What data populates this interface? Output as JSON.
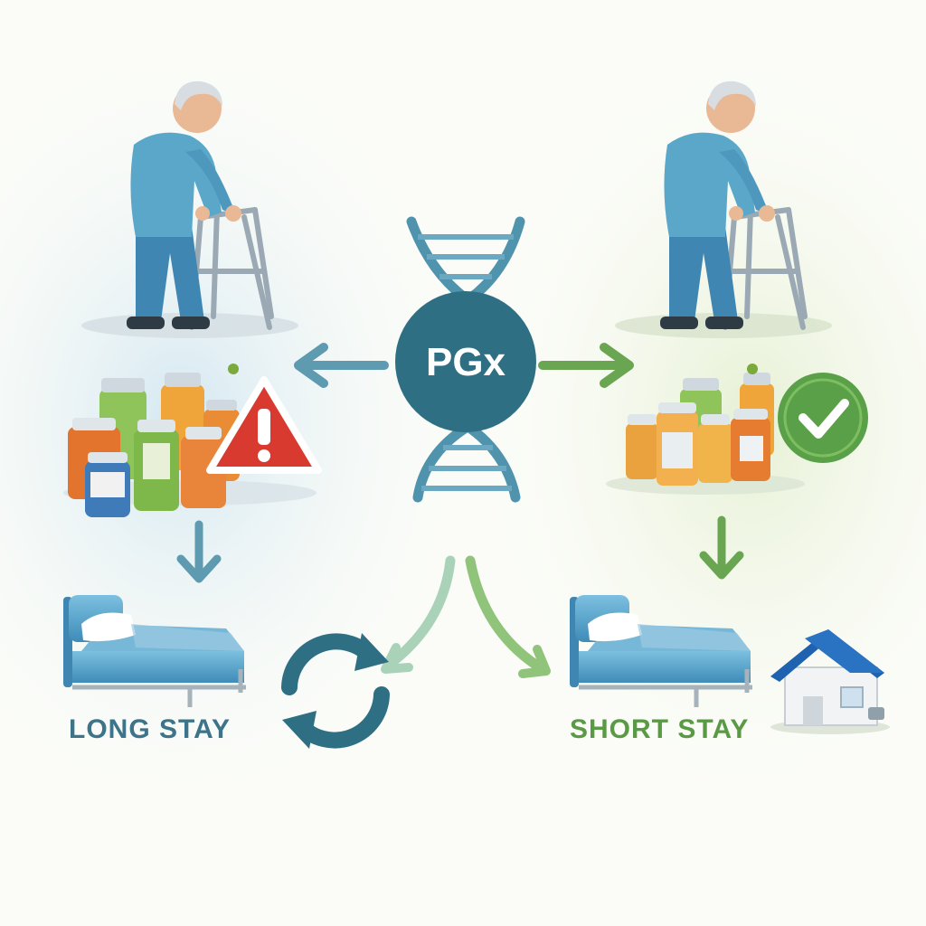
{
  "center": {
    "label": "PGx"
  },
  "left_path": {
    "outcome_label": "LONG STAY"
  },
  "right_path": {
    "outcome_label": "SHORT STAY"
  },
  "colors": {
    "dna": "#4f93ad",
    "dna_core": "#2f6f83",
    "left_arrow": "#5e9bb0",
    "right_arrow": "#6aa652",
    "left_text": "#3d7489",
    "right_text": "#5a9a45",
    "warning": "#d93a30",
    "check": "#5aa048",
    "bed": "#5fa9cf",
    "house_roof": "#1f62b0",
    "shirt": "#5aa7c9",
    "pants": "#3f86b3"
  },
  "icons": [
    "dna-helix-icon",
    "warning-icon",
    "check-icon",
    "refresh-cycle-icon",
    "house-icon",
    "hospital-bed-icon",
    "walker-icon",
    "medication-bottles-icon"
  ]
}
